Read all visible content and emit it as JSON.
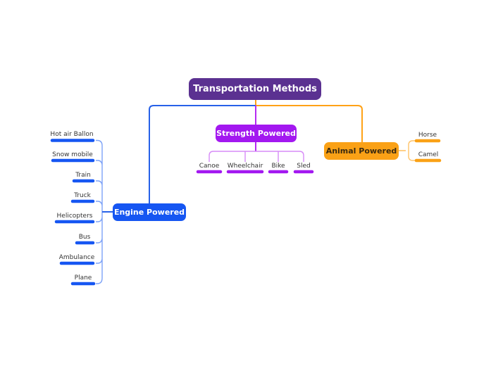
{
  "canvas": {
    "background": "#ffffff"
  },
  "root": {
    "label": "Transportation Methods",
    "fill": "#5b3191",
    "text_color": "#ffffff"
  },
  "branches": [
    {
      "label": "Strength Powered",
      "fill": "#a318f0",
      "text_color": "#ffffff",
      "line_color": "#b52bf2",
      "child_line_color": "#d78bf7",
      "child_bar_color": "#a318f0",
      "children": [
        {
          "label": "Canoe"
        },
        {
          "label": "Wheelchair"
        },
        {
          "label": "Bike"
        },
        {
          "label": "Sled"
        }
      ]
    },
    {
      "label": "Animal Powered",
      "fill": "#faa116",
      "text_color": "#3a2a10",
      "line_color": "#ffa217",
      "child_line_color": "#ffc369",
      "child_bar_color": "#faa116",
      "children": [
        {
          "label": "Horse"
        },
        {
          "label": "Camel"
        }
      ]
    },
    {
      "label": "Engine Powered",
      "fill": "#1656f2",
      "text_color": "#ffffff",
      "line_color": "#2761e8",
      "child_line_color": "#7ea3f7",
      "child_bar_color": "#1656f2",
      "children": [
        {
          "label": "Hot air Ballon"
        },
        {
          "label": "Snow mobile"
        },
        {
          "label": "Train"
        },
        {
          "label": "Truck"
        },
        {
          "label": "Helicopters"
        },
        {
          "label": "Bus"
        },
        {
          "label": "Ambulance"
        },
        {
          "label": "Plane"
        }
      ]
    }
  ],
  "leaf_text_color": "#333333"
}
